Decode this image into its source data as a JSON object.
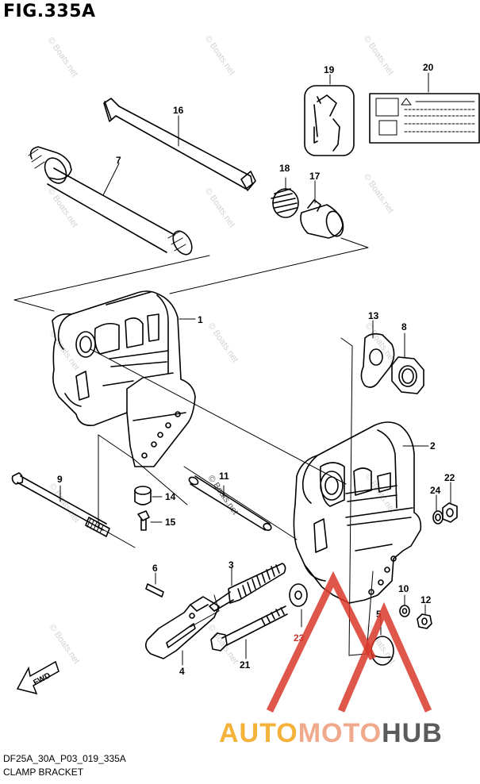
{
  "figure": {
    "title": "FIG.335A",
    "code": "DF25A_30A_P03_019_335A",
    "name": "CLAMP BRACKET"
  },
  "watermark": "© Boats.net",
  "direction_label": "FWD",
  "callouts": [
    "1",
    "2",
    "3",
    "4",
    "5",
    "6",
    "7",
    "8",
    "9",
    "10",
    "11",
    "12",
    "13",
    "14",
    "15",
    "16",
    "17",
    "18",
    "19",
    "20",
    "21",
    "22",
    "23",
    "24"
  ],
  "brand": {
    "part1": "AUTO",
    "part2": "MOTO",
    "part3": "HUB"
  },
  "colors": {
    "line": "#000000",
    "logo_red": "#d93a2b",
    "logo_orange": "#f5b23b",
    "logo_gray": "#5b5b5b"
  }
}
